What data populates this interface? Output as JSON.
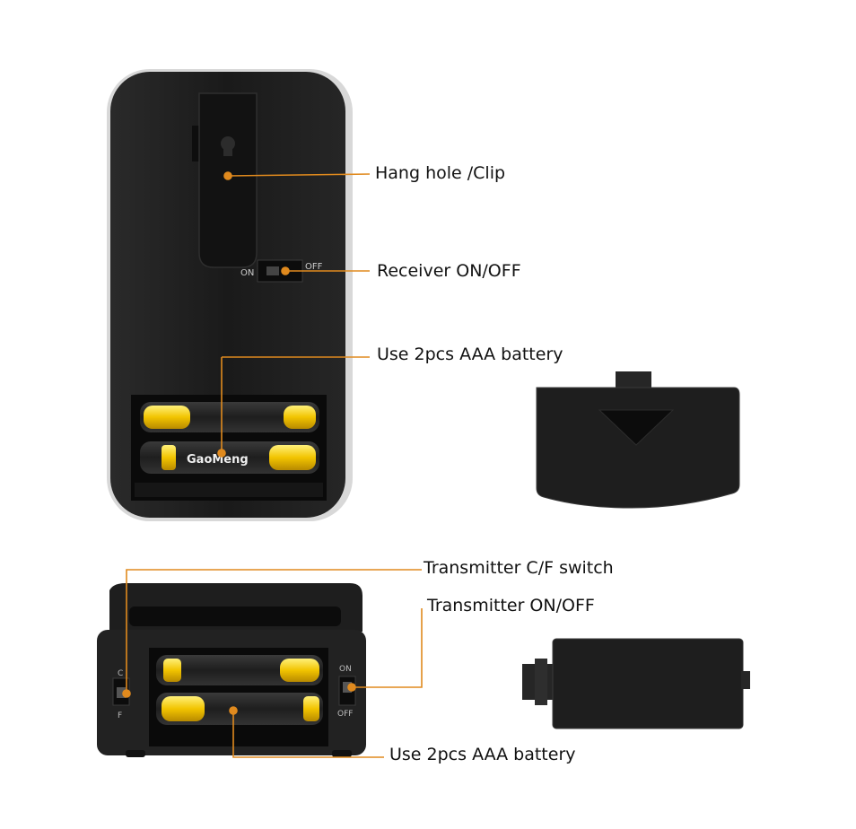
{
  "labels": {
    "hang_hole": "Hang hole /Clip",
    "receiver_switch": "Receiver ON/OFF",
    "receiver_battery": "Use 2pcs AAA battery",
    "transmitter_cf": "Transmitter C/F switch",
    "transmitter_switch": "Transmitter ON/OFF",
    "transmitter_battery": "Use 2pcs AAA battery"
  },
  "switch_text": {
    "receiver_on": "ON",
    "receiver_off": "OFF",
    "tx_c": "C",
    "tx_f": "F",
    "tx_on": "ON",
    "tx_off": "OFF"
  },
  "battery_brand": "GaoMeng",
  "colors": {
    "leader_line": "#e08a1e",
    "body": "#1c1c1c",
    "battery_yellow": "#f2c400"
  }
}
